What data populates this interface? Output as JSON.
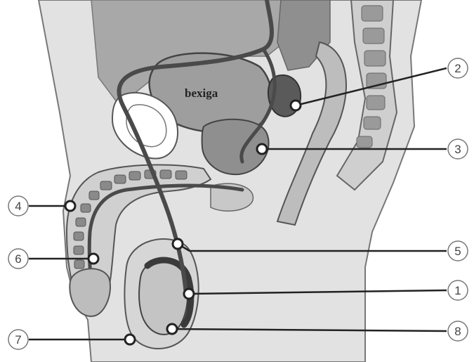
{
  "diagram": {
    "organ_label": "bexiga",
    "callouts": [
      {
        "id": "1",
        "text": "1"
      },
      {
        "id": "2",
        "text": "2"
      },
      {
        "id": "3",
        "text": "3"
      },
      {
        "id": "4",
        "text": "4"
      },
      {
        "id": "5",
        "text": "5"
      },
      {
        "id": "6",
        "text": "6"
      },
      {
        "id": "7",
        "text": "7"
      },
      {
        "id": "8",
        "text": "8"
      }
    ]
  },
  "colors": {
    "background": "#ffffff",
    "tissue_light": "#dcdcdc",
    "tissue_mid": "#bdbdbd",
    "tissue_dark": "#8f8f8f",
    "duct": "#4a4a4a",
    "outline": "#555555"
  }
}
